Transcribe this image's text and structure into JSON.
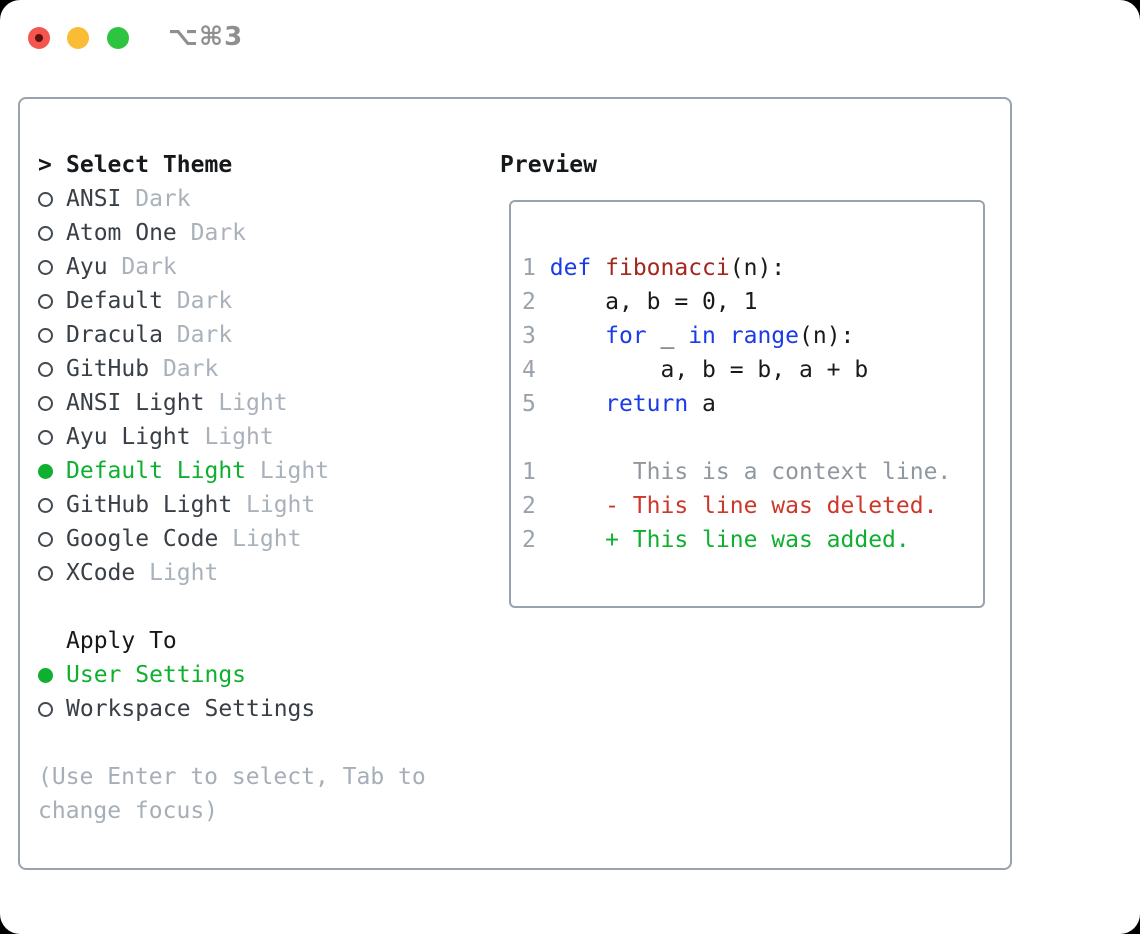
{
  "window": {
    "shortcut": "⌥⌘3",
    "traffic_lights": [
      "close",
      "minimize",
      "zoom"
    ]
  },
  "theme_selector": {
    "prompt": ">",
    "title": "Select Theme",
    "items": [
      {
        "name": "ANSI",
        "variant": "Dark",
        "selected": false
      },
      {
        "name": "Atom One",
        "variant": "Dark",
        "selected": false
      },
      {
        "name": "Ayu",
        "variant": "Dark",
        "selected": false
      },
      {
        "name": "Default",
        "variant": "Dark",
        "selected": false
      },
      {
        "name": "Dracula",
        "variant": "Dark",
        "selected": false
      },
      {
        "name": "GitHub",
        "variant": "Dark",
        "selected": false
      },
      {
        "name": "ANSI Light",
        "variant": "Light",
        "selected": false
      },
      {
        "name": "Ayu Light",
        "variant": "Light",
        "selected": false
      },
      {
        "name": "Default Light",
        "variant": "Light",
        "selected": true
      },
      {
        "name": "GitHub Light",
        "variant": "Light",
        "selected": false
      },
      {
        "name": "Google Code",
        "variant": "Light",
        "selected": false
      },
      {
        "name": "XCode",
        "variant": "Light",
        "selected": false
      }
    ]
  },
  "apply_to": {
    "title": "Apply To",
    "options": [
      {
        "label": "User Settings",
        "selected": true
      },
      {
        "label": "Workspace Settings",
        "selected": false
      }
    ]
  },
  "help_text": [
    "(Use Enter to select, Tab to",
    "change focus)"
  ],
  "preview": {
    "title": "Preview",
    "lines": [
      {
        "kind": "code",
        "num": "1",
        "segs": [
          {
            "t": " "
          },
          {
            "t": "def",
            "c": "kw"
          },
          {
            "t": " "
          },
          {
            "t": "fibonacci",
            "c": "fn"
          },
          {
            "t": "(n):"
          }
        ]
      },
      {
        "kind": "code",
        "num": "2",
        "segs": [
          {
            "t": "     a, b = 0, 1"
          }
        ]
      },
      {
        "kind": "code",
        "num": "3",
        "segs": [
          {
            "t": "     "
          },
          {
            "t": "for",
            "c": "kw"
          },
          {
            "t": " _ "
          },
          {
            "t": "in",
            "c": "kw"
          },
          {
            "t": " "
          },
          {
            "t": "range",
            "c": "kw"
          },
          {
            "t": "(n):"
          }
        ]
      },
      {
        "kind": "code",
        "num": "4",
        "segs": [
          {
            "t": "         a, b = b, a + b"
          }
        ]
      },
      {
        "kind": "code",
        "num": "5",
        "segs": [
          {
            "t": "     "
          },
          {
            "t": "return",
            "c": "kw"
          },
          {
            "t": " a"
          }
        ]
      },
      {
        "kind": "blank",
        "num": "",
        "segs": []
      },
      {
        "kind": "context",
        "num": "1",
        "segs": [
          {
            "t": "       This is a context line.",
            "c": "ctx"
          }
        ]
      },
      {
        "kind": "deleted",
        "num": "2",
        "segs": [
          {
            "t": "     - This line was deleted.",
            "c": "del"
          }
        ]
      },
      {
        "kind": "added",
        "num": "2",
        "segs": [
          {
            "t": "     + This line was added.",
            "c": "add"
          }
        ]
      }
    ]
  },
  "colors": {
    "accent_green": "#0FAF30",
    "deleted_red": "#CC382A",
    "keyword_blue": "#1B3AE8",
    "function_red": "#A3271D",
    "variant_gray": "#A9B1BB",
    "line_number_gray": "#9AA2AC",
    "context_gray": "#8F979F",
    "help_gray": "#A6AEB8",
    "text_dark": "#383F46",
    "panel_border": "#9AA3AD",
    "traffic_red": "#F4554E",
    "traffic_yellow": "#F9BC35",
    "traffic_green": "#2FC440"
  }
}
